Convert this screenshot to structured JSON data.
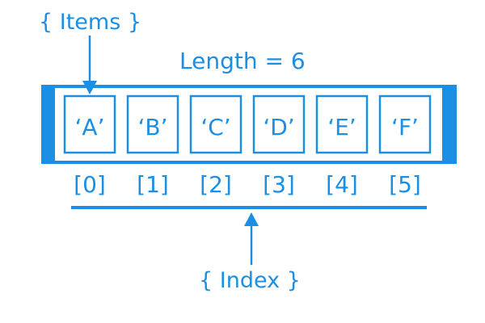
{
  "diagram": {
    "items_label": "{ Items }",
    "length_label": "Length = 6",
    "index_label": "{ Index }",
    "cells": [
      "‘A’",
      "‘B’",
      "‘C’",
      "‘D’",
      "‘E’",
      "‘F’"
    ],
    "indices": [
      "[0]",
      "[1]",
      "[2]",
      "[3]",
      "[4]",
      "[5]"
    ],
    "colors": {
      "accent": "#1a8fe3",
      "background": "#ffffff"
    }
  }
}
